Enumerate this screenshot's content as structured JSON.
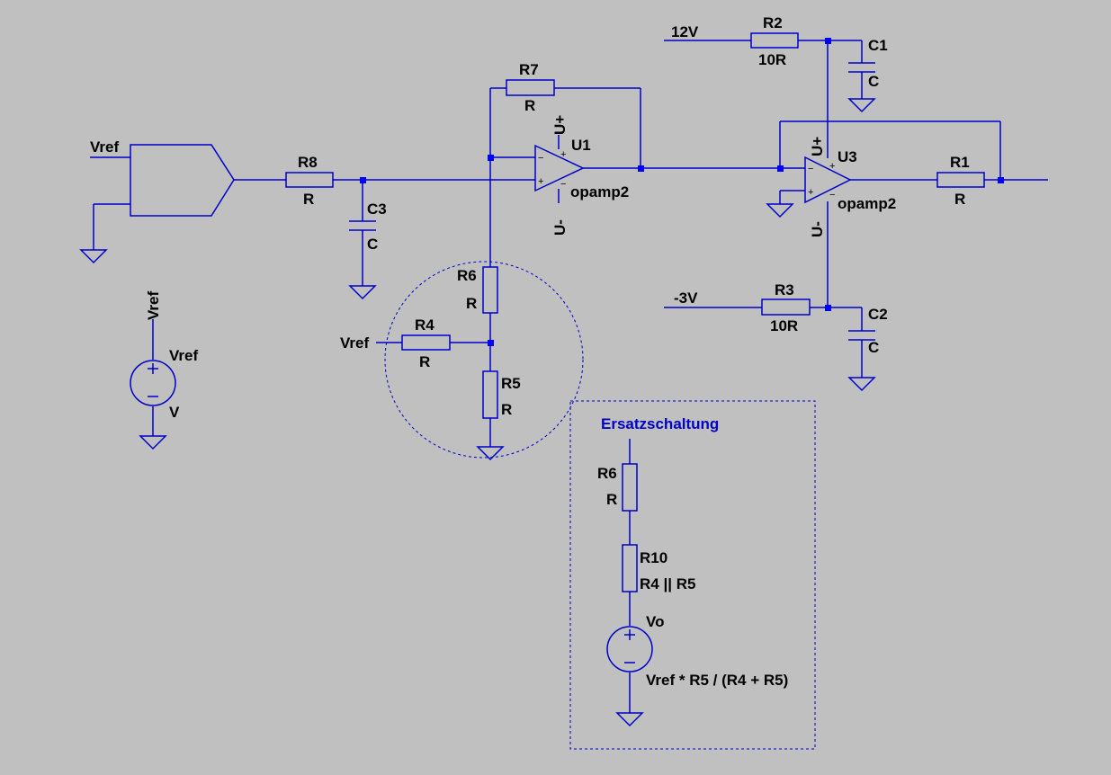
{
  "components": {
    "r1": {
      "name": "R1",
      "value": "R"
    },
    "r2": {
      "name": "R2",
      "value": "10R"
    },
    "r3": {
      "name": "R3",
      "value": "10R"
    },
    "r4": {
      "name": "R4",
      "value": "R"
    },
    "r5": {
      "name": "R5",
      "value": "R"
    },
    "r6": {
      "name": "R6",
      "value": "R"
    },
    "r7": {
      "name": "R7",
      "value": "R"
    },
    "r8": {
      "name": "R8",
      "value": "R"
    },
    "c1": {
      "name": "C1",
      "value": "C"
    },
    "c2": {
      "name": "C2",
      "value": "C"
    },
    "c3": {
      "name": "C3",
      "value": "C"
    },
    "u1": {
      "name": "U1",
      "model": "opamp2",
      "vplus": "U+",
      "vminus": "U-"
    },
    "u3": {
      "name": "U3",
      "model": "opamp2",
      "vplus": "U+",
      "vminus": "U-"
    },
    "vsrc": {
      "name": "Vref",
      "value": "V",
      "net": "Vref"
    }
  },
  "nets": {
    "vref_in": "Vref",
    "vref_r4": "Vref",
    "supply_pos": "12V",
    "supply_neg": "-3V"
  },
  "equivalent": {
    "title": "Ersatzschaltung",
    "r6": {
      "name": "R6",
      "value": "R"
    },
    "r10": {
      "name": "R10",
      "value": "R4 || R5"
    },
    "vo": {
      "name": "Vo",
      "value": "Vref * R5 / (R4 + R5)"
    }
  },
  "colors": {
    "background": "#c0c0c0",
    "wire": "#0000c8",
    "junction": "#0000ff",
    "label": "#000000",
    "note": "#0000c8"
  }
}
